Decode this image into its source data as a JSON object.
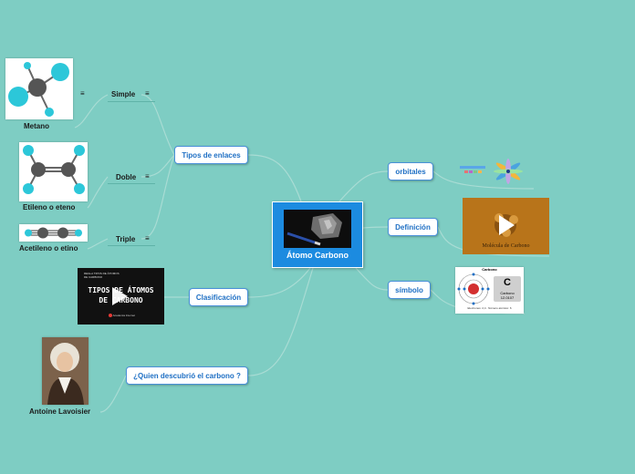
{
  "map": {
    "central_title": "Átomo Carbono",
    "branches": {
      "tipos_enlaces": "Tipos de enlaces",
      "clasificacion": "Clasificación",
      "quien": "¿Quien descubrió el carbono ?",
      "orbitales": "orbitales",
      "definicion": "Definición",
      "simbolo": "símbolo"
    },
    "enlaces": {
      "simple": "Simple",
      "doble": "Doble",
      "triple": "Triple"
    },
    "images": {
      "metano": "Metano",
      "etileno": "Etileno o eteno",
      "acetileno": "Acetileno o etino",
      "lavoisier": "Antoine Lavoisier"
    },
    "video_clasificacion": {
      "line1": "TIPOS DE ÁTOMOS",
      "line2": "DE CARBONO",
      "top_text": "REGLA TIPOS DE ÁTOMOS DE CARBONO",
      "channel": "Academia Internet"
    },
    "video_definicion": {
      "caption": "Molécula de Carbono"
    },
    "simbolo_card": {
      "heading": "Carbono",
      "symbol": "C",
      "name": "Carbono",
      "mass": "12.0107",
      "footer": "Electrones: 2,4 · Número atómico: 6"
    },
    "icons": {
      "menu": "≡"
    }
  }
}
